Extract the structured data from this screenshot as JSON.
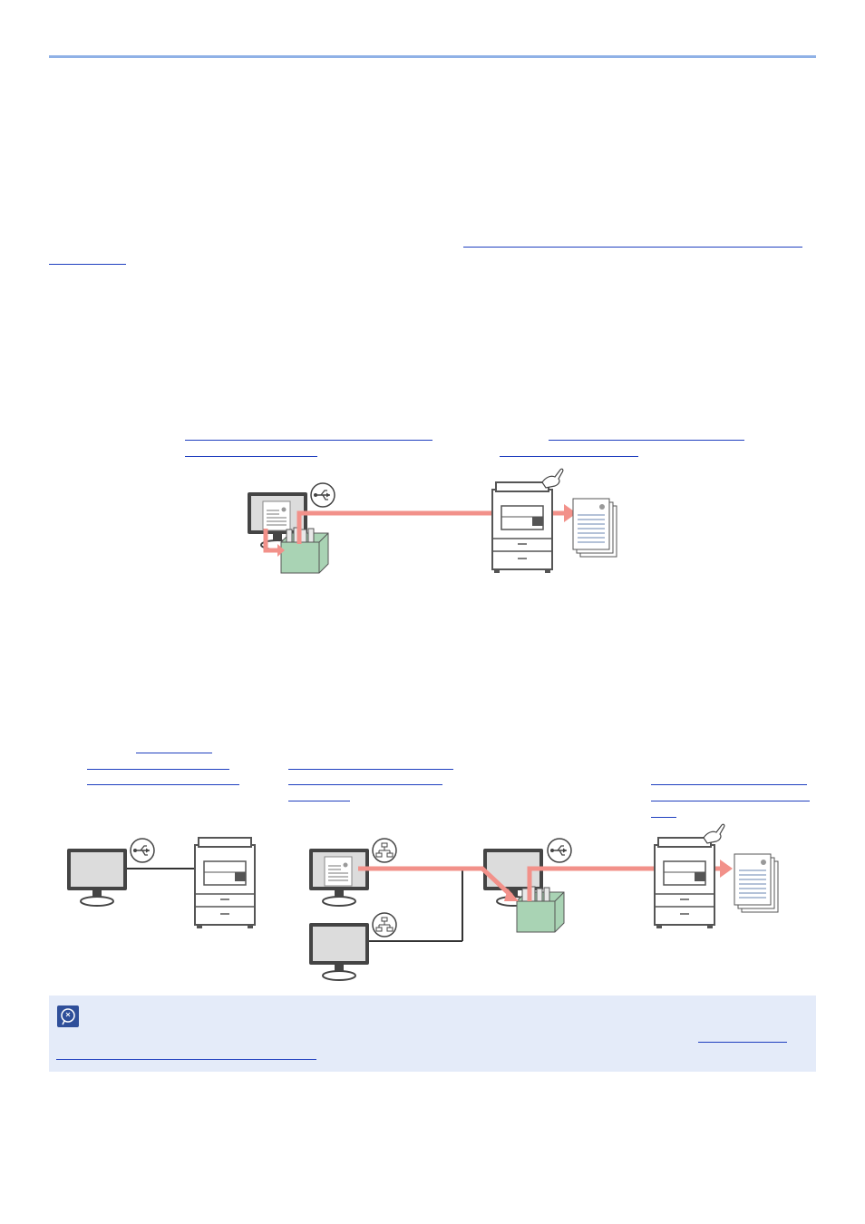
{
  "header": {
    "rule_color": "#8fb1e6"
  },
  "colors": {
    "link": "#1f3fbf",
    "arrow": "#f2918a",
    "box_green": "#a9d3b4",
    "monitor_frame": "#444444",
    "note_background": "#e4ebf9",
    "note_icon": "#2f4f9a"
  },
  "icons": {
    "usb": "usb-icon",
    "network": "network-icon",
    "note": "note-icon",
    "hand": "hand-icon"
  },
  "diagrams": [
    {
      "id": "direct-printing",
      "connection": "usb"
    },
    {
      "id": "shared-printing",
      "connections": [
        "usb",
        "network"
      ]
    }
  ]
}
